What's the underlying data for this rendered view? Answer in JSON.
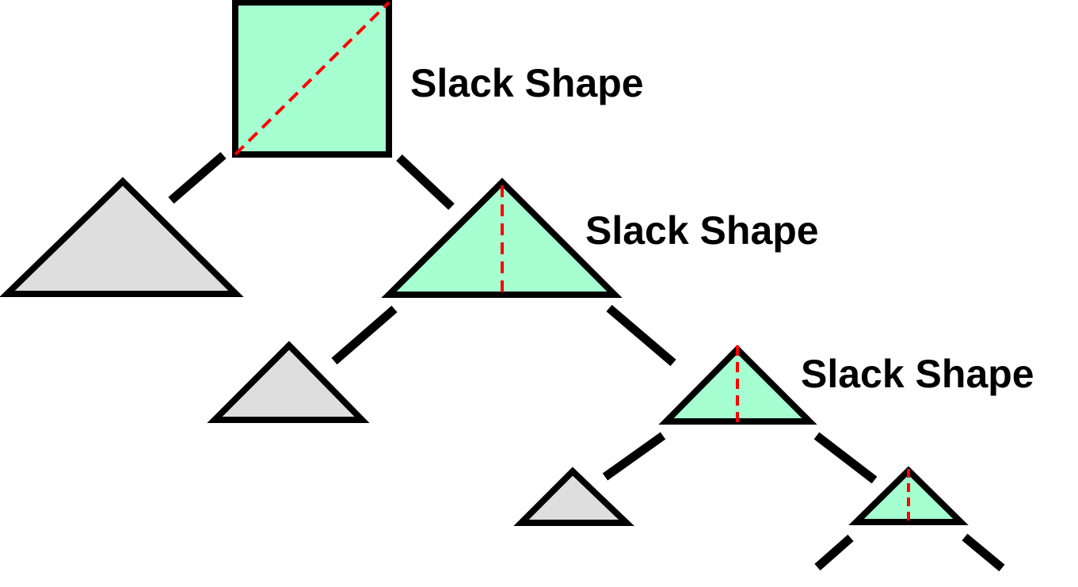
{
  "colors": {
    "slack_fill": "#a6ffd0",
    "plain_fill": "#dedede",
    "outline": "#000000",
    "split_line": "#ff0000",
    "background": "#ffffff"
  },
  "labels": {
    "slack_root": "Slack Shape",
    "slack_level2": "Slack Shape",
    "slack_level3": "Slack Shape"
  },
  "shapes": [
    {
      "id": "root-square",
      "kind": "square",
      "role": "slack"
    },
    {
      "id": "left-triangle-1",
      "kind": "triangle",
      "role": "plain"
    },
    {
      "id": "right-triangle-1",
      "kind": "triangle",
      "role": "slack"
    },
    {
      "id": "left-triangle-2",
      "kind": "triangle",
      "role": "plain"
    },
    {
      "id": "right-triangle-2",
      "kind": "triangle",
      "role": "slack"
    },
    {
      "id": "left-triangle-3",
      "kind": "triangle",
      "role": "plain"
    },
    {
      "id": "right-triangle-3",
      "kind": "triangle",
      "role": "slack"
    }
  ]
}
